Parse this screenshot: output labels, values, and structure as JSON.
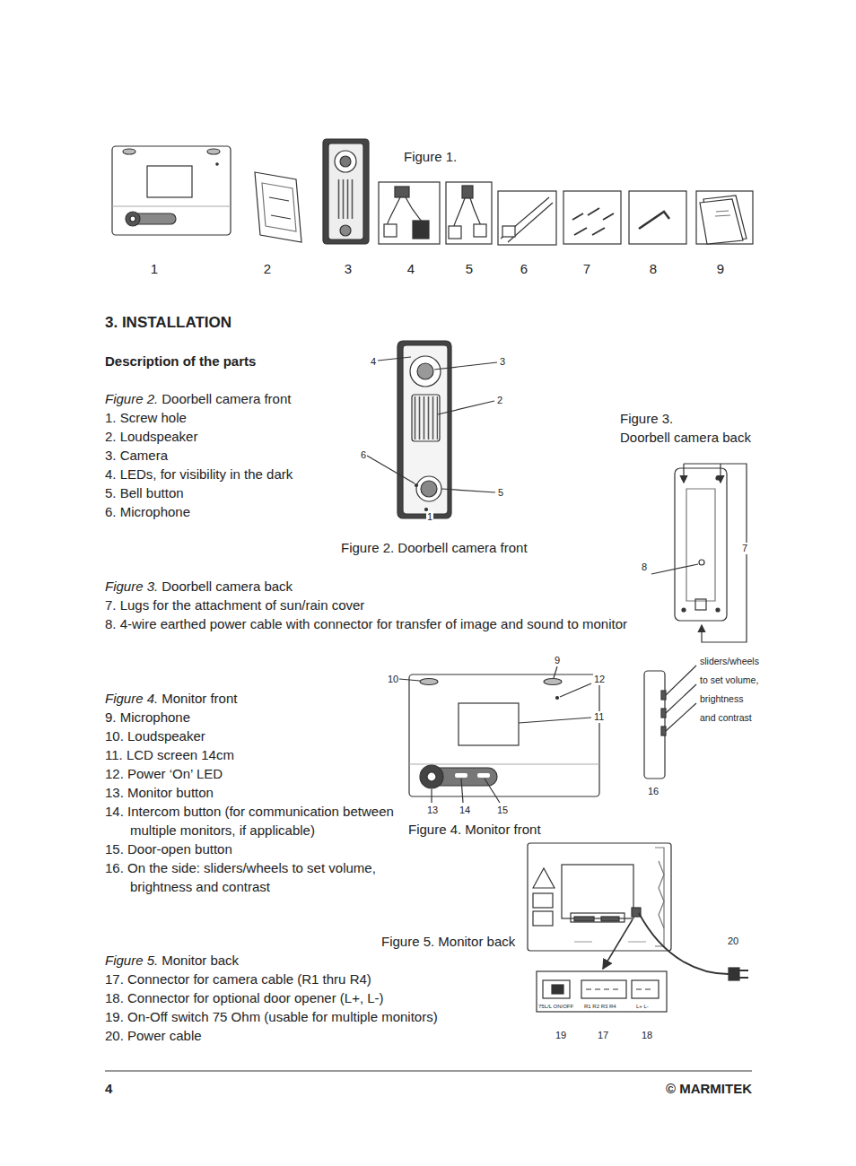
{
  "diagram": {
    "title": "3. INSTALLATION",
    "labels": [
      "Figure 1.",
      "1",
      "2",
      "3",
      "4",
      "5",
      "6",
      "7",
      "8",
      "9",
      "Description of the parts",
      "Figure 2.",
      "Doorbell camera front",
      "1. Screw hole",
      "2. Loudspeaker",
      "3. Camera",
      "4. LEDs, for visibility in the dark",
      "5. Bell button",
      "6. Microphone",
      "4",
      "3",
      "2",
      "6",
      "5",
      "1",
      "Figure 3.",
      "Doorbell camera back",
      "Figure 2. Doorbell camera front",
      "7",
      "8",
      "Figure 3.",
      "Doorbell camera back",
      "7. Lugs for the attachment of sun/rain cover",
      "8. 4-wire earthed power cable with connector for transfer of image and sound to monitor",
      "9",
      "10",
      "12",
      "11",
      "13",
      "14",
      "15",
      "16",
      "sliders/wheels",
      "to set volume,",
      "brightness",
      "and contrast",
      "Figure 4.",
      "Monitor front",
      "9.  Microphone",
      "10. Loudspeaker",
      "11. LCD screen 14cm",
      "12. Power ‘On’ LED",
      "13. Monitor button",
      "14. Intercom button (for communication between multiple monitors, if applicable)",
      "15. Door-open button",
      "16. On the side: sliders/wheels to set volume, brightness and contrast",
      "Figure 4. Monitor front",
      "Figure 5. Monitor back",
      "20",
      "Figure 5.",
      "Monitor back",
      "17. Connector for camera cable (R1 thru R4)",
      "18. Connector for optional door opener (L+, L-)",
      "19. On-Off switch 75 Ohm (usable for multiple monitors)",
      "20. Power cable",
      "75L/L ON/OFF",
      "R1 R2 R3 R4",
      "L+ L-",
      "19",
      "17",
      "18",
      "4",
      "© MARMITEK"
    ]
  }
}
